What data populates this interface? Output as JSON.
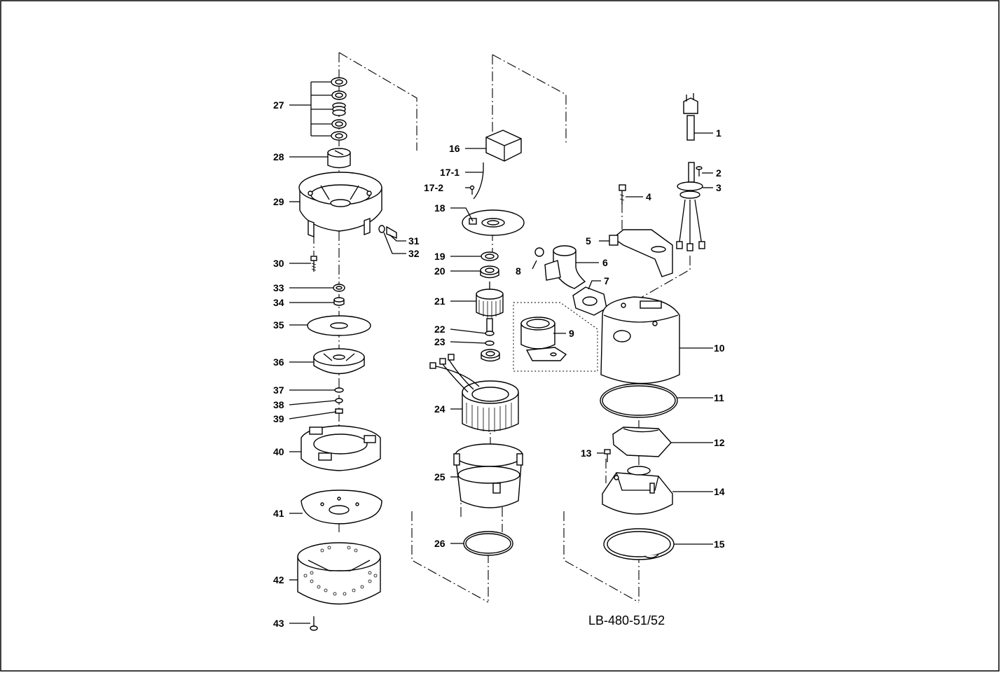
{
  "model_label": "LB-480-51/52",
  "part_labels": {
    "p1": "1",
    "p2": "2",
    "p3": "3",
    "p4": "4",
    "p5": "5",
    "p6": "6",
    "p7": "7",
    "p8": "8",
    "p9": "9",
    "p10": "10",
    "p11": "11",
    "p12": "12",
    "p13": "13",
    "p14": "14",
    "p15": "15",
    "p16": "16",
    "p17_1": "17-1",
    "p17_2": "17-2",
    "p18": "18",
    "p19": "19",
    "p20": "20",
    "p21": "21",
    "p22": "22",
    "p23": "23",
    "p24": "24",
    "p25": "25",
    "p26": "26",
    "p27": "27",
    "p28": "28",
    "p29": "29",
    "p30": "30",
    "p31": "31",
    "p32": "32",
    "p33": "33",
    "p34": "34",
    "p35": "35",
    "p36": "36",
    "p37": "37",
    "p38": "38",
    "p39": "39",
    "p40": "40",
    "p41": "41",
    "p42": "42",
    "p43": "43"
  }
}
